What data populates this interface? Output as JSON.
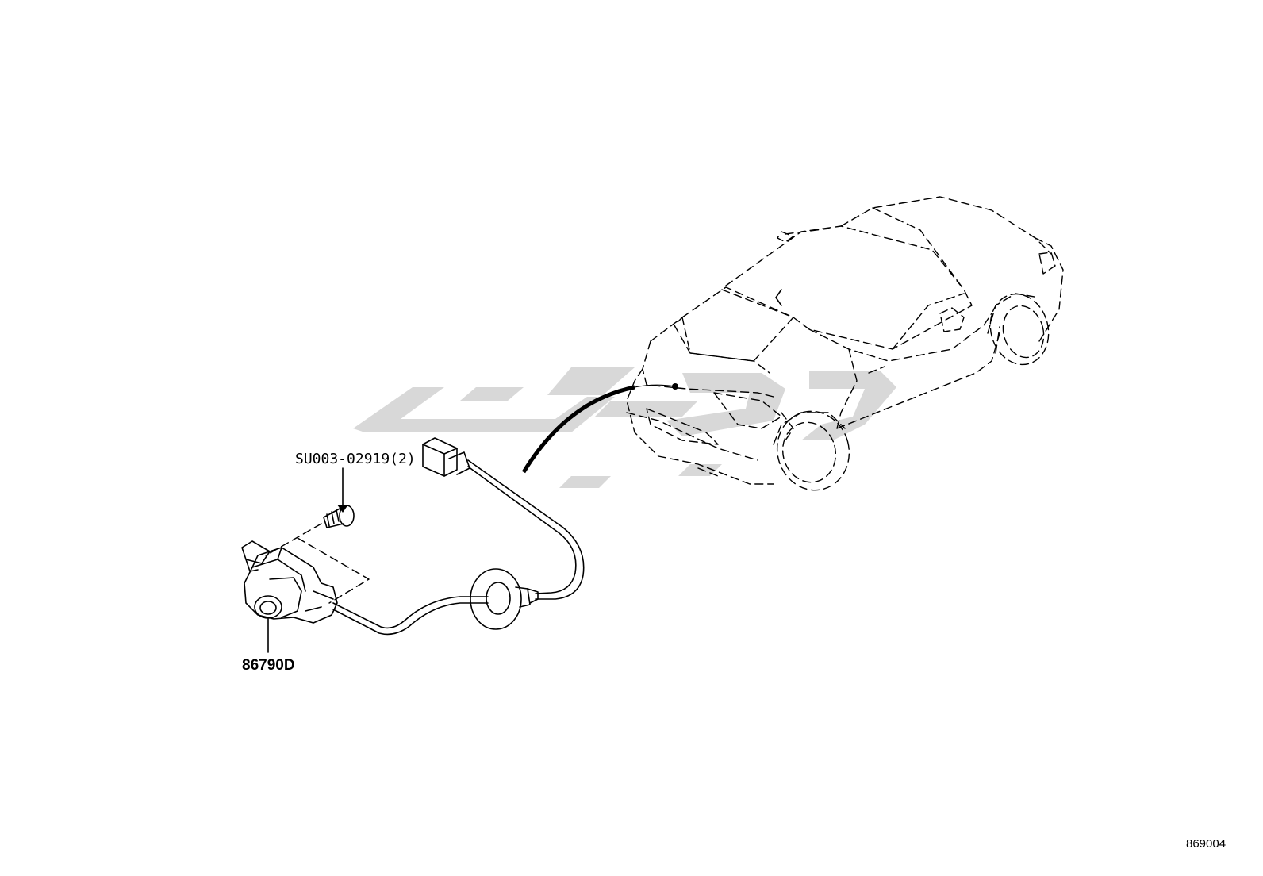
{
  "labels": {
    "bolt_part": "SU003-02919(2)",
    "camera_part": "86790D",
    "catalog_number": "869004"
  },
  "colors": {
    "line": "#000000",
    "background": "#ffffff",
    "watermark": "#d9d9d9"
  }
}
